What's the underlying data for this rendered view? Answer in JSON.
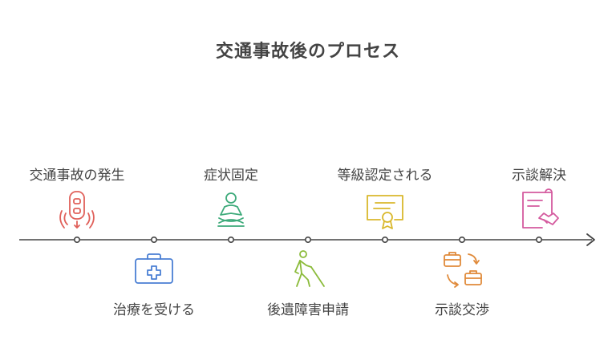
{
  "title": "交通事故後のプロセス",
  "steps": [
    {
      "label": "交通事故の発生",
      "icon": "car-crash-icon",
      "position": "top",
      "color": "#e0605a"
    },
    {
      "label": "治療を受ける",
      "icon": "first-aid-kit-icon",
      "position": "bottom",
      "color": "#4a7fd4"
    },
    {
      "label": "症状固定",
      "icon": "meditation-icon",
      "position": "top",
      "color": "#3daa7a"
    },
    {
      "label": "後遺障害申請",
      "icon": "blind-person-cane-icon",
      "position": "bottom",
      "color": "#8bbb3a"
    },
    {
      "label": "等級認定される",
      "icon": "certificate-icon",
      "position": "top",
      "color": "#d9b82c"
    },
    {
      "label": "示談交渉",
      "icon": "briefcase-exchange-icon",
      "position": "bottom",
      "color": "#e08a3a"
    },
    {
      "label": "示談解決",
      "icon": "contract-handshake-icon",
      "position": "top",
      "color": "#d45a9e"
    }
  ]
}
